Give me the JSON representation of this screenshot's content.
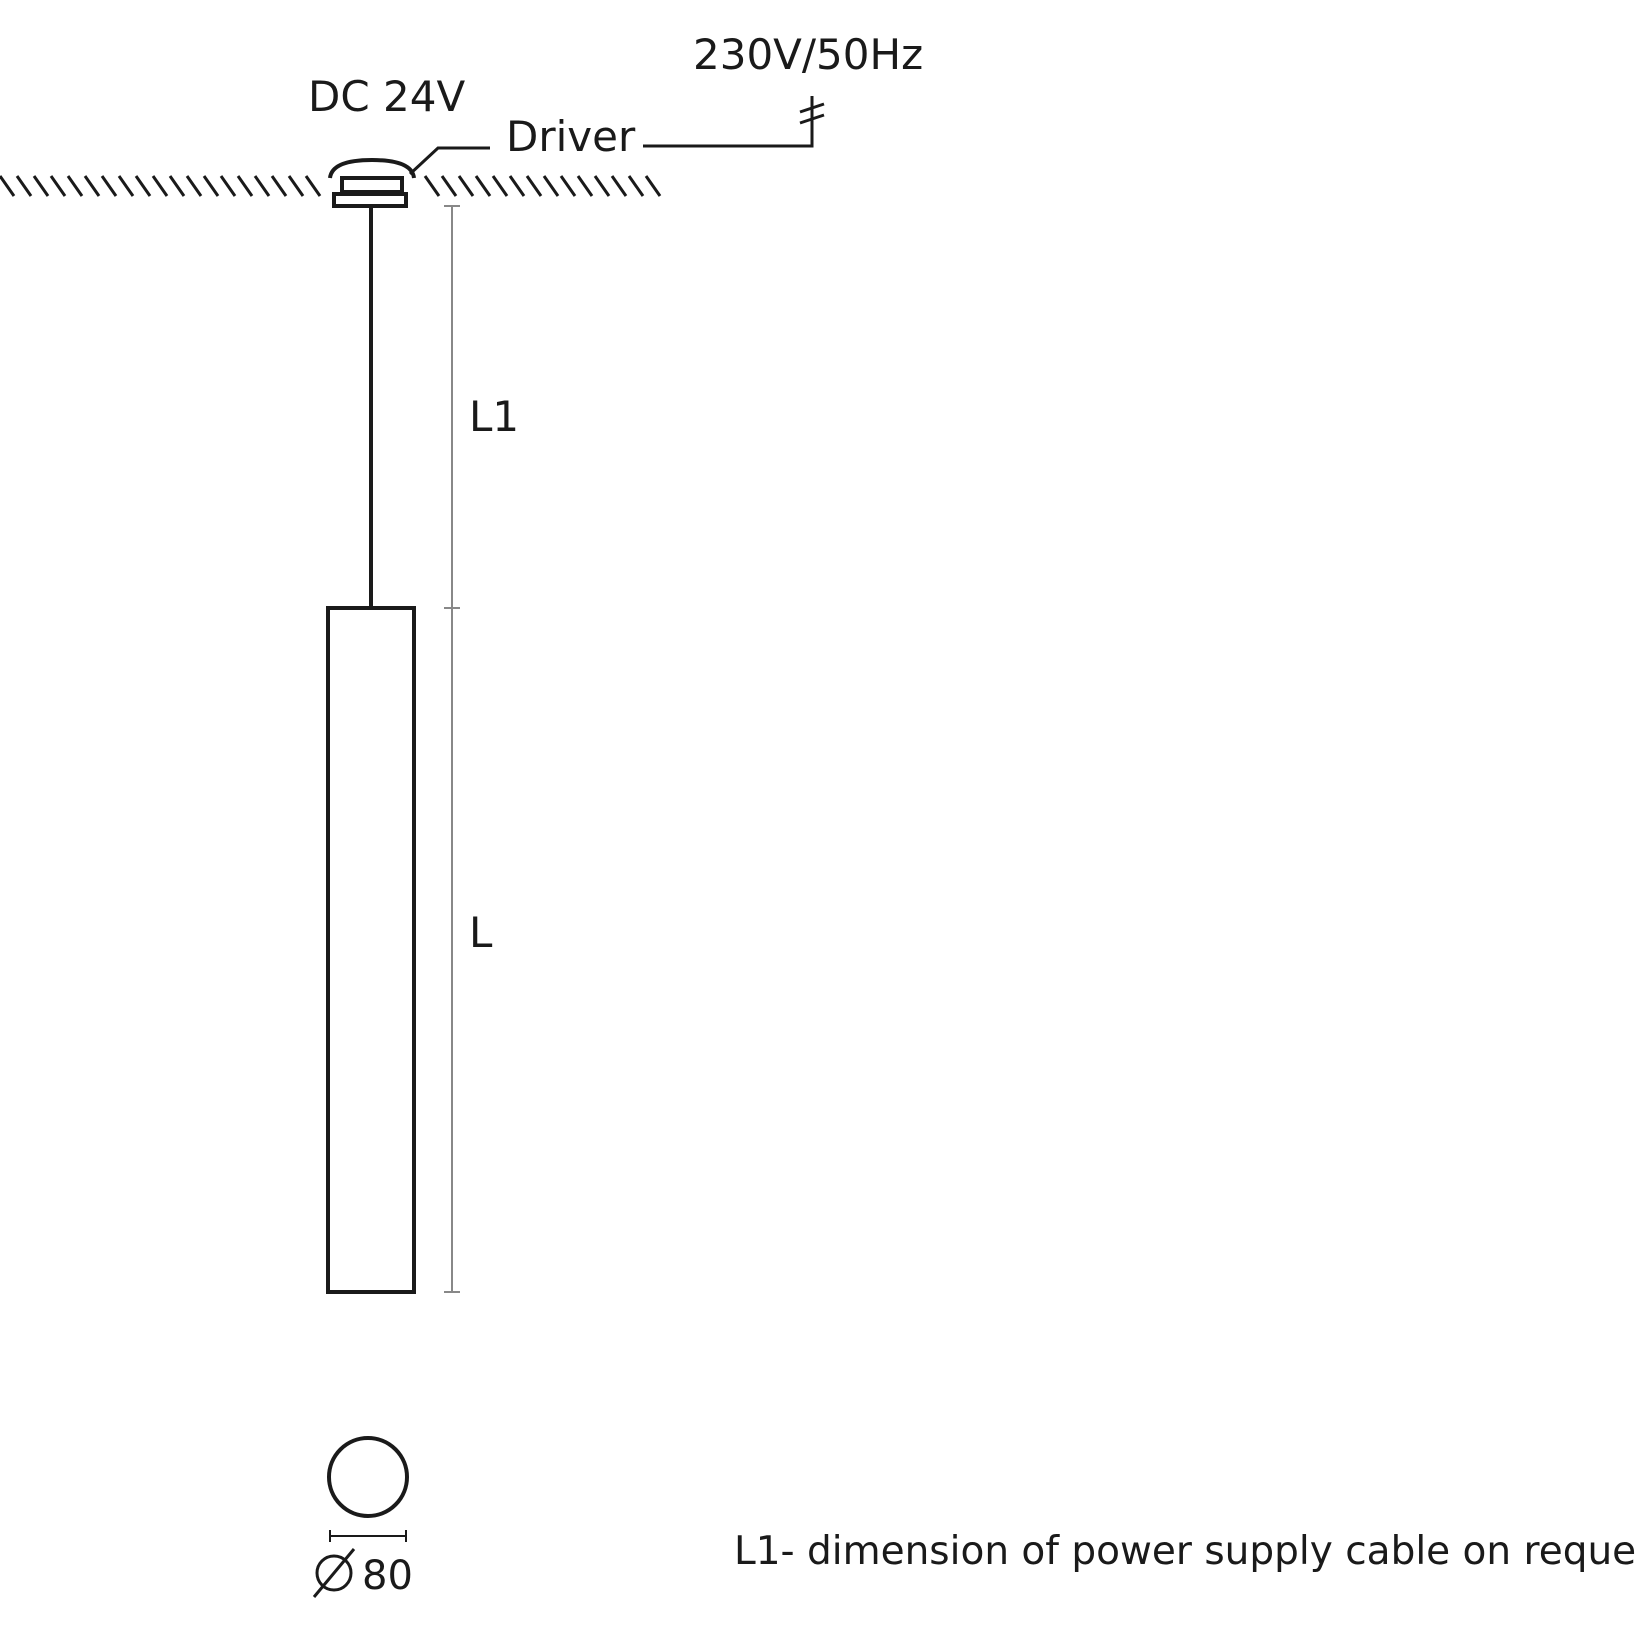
{
  "labels": {
    "output_voltage": "DC 24V",
    "input_voltage": "230V/50Hz",
    "driver": "Driver",
    "cable_length": "L1",
    "body_length": "L",
    "diameter": "80",
    "note": "L1- dimension of power supply cable on reque"
  },
  "colors": {
    "line": "#1a1a1a",
    "background": "#ffffff"
  }
}
